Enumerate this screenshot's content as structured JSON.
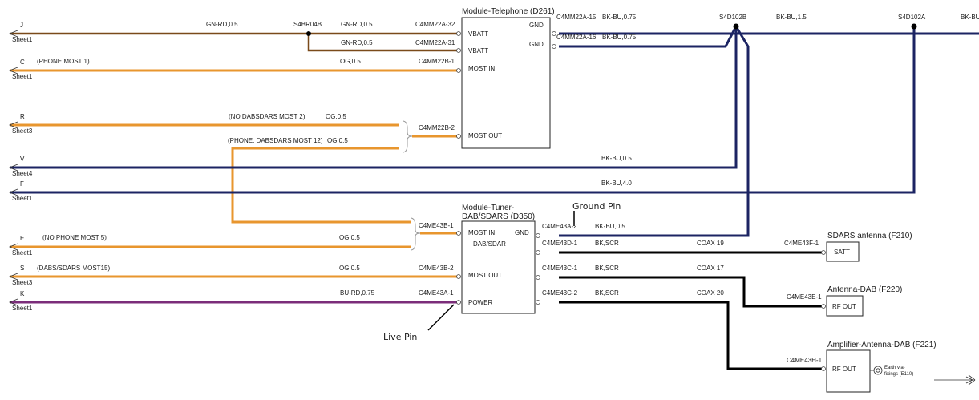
{
  "colors": {
    "orange": "#E8962E",
    "brown": "#7A4A1A",
    "navy": "#1C2463",
    "purple": "#7B2D7A",
    "black": "#000000"
  },
  "connectors": {
    "J": "J",
    "C": "C",
    "R": "R",
    "V": "V",
    "F": "F",
    "E": "E",
    "S": "S",
    "K": "K",
    "sheet1": "Sheet1",
    "sheet3": "Sheet3",
    "sheet4": "Sheet4"
  },
  "phone": {
    "title": "Module-Telephone (D261)",
    "vbatt1": "VBATT",
    "vbatt2": "VBATT",
    "most_in": "MOST IN",
    "most_out": "MOST OUT",
    "gnd1": "GND",
    "gnd2": "GND"
  },
  "tuner": {
    "title1": "Module-Tuner-",
    "title2": "DAB/SDARS (D350)",
    "most_in": "MOST IN",
    "gnd": "GND",
    "dabsdar": "DAB/SDAR",
    "most_out": "MOST OUT",
    "power": "POWER"
  },
  "sdars": {
    "title": "SDARS antenna (F210)",
    "label": "SATT"
  },
  "antdab": {
    "title": "Antenna-DAB (F220)",
    "label": "RF OUT"
  },
  "ampdab": {
    "title": "Amplifier-Antenna-DAB (F221)",
    "label": "RF OUT"
  },
  "earth": {
    "l1": "Earth via-",
    "l2": "fixings (E110)"
  },
  "labels": {
    "gnrd1": "GN-RD,0.5",
    "s4br04b": "S4BR04B",
    "gnrd2": "GN-RD,0.5",
    "gnrd3": "GN-RD,0.5",
    "c4mm22a32": "C4MM22A-32",
    "c4mm22a31": "C4MM22A-31",
    "phone_most1": "(PHONE MOST 1)",
    "og1": "OG,0.5",
    "c4mm22b1": "C4MM22B-1",
    "c4mm22a15": "C4MM22A-15",
    "bkbu075a": "BK-BU,0.75",
    "c4mm22a16": "C4MM22A-16",
    "bkbu075b": "BK-BU,0.75",
    "s4d102b": "S4D102B",
    "bkbu15": "BK-BU,1.5",
    "s4d102a": "S4D102A",
    "bkbu_edge": "BK-BU",
    "nodab": "(NO DABSDARS MOST 2)",
    "og2": "OG,0.5",
    "phonedab": "(PHONE, DABSDARS MOST 12)",
    "og3": "OG,0.5",
    "c4mm22b2": "C4MM22B-2",
    "bkbu05a": "BK-BU,0.5",
    "bkbu40": "BK-BU,4.0",
    "c4me43a2": "C4ME43A-2",
    "bkbu05b": "BK-BU,0.5",
    "c4me43b1": "C4ME43B-1",
    "nophone": "(NO PHONE MOST 5)",
    "og4": "OG,0.5",
    "c4me43d1": "C4ME43D-1",
    "bkscr1": "BK,SCR",
    "coax19": "COAX 19",
    "c4me43f1": "C4ME43F-1",
    "dabsdars15": "(DABS/SDARS MOST15)",
    "og5": "OG,0.5",
    "c4me43b2": "C4ME43B-2",
    "c4me43c1": "C4ME43C-1",
    "bkscr2": "BK,SCR",
    "coax17": "COAX 17",
    "c4me43e1": "C4ME43E-1",
    "burd": "BU-RD,0.75",
    "c4me43a1": "C4ME43A-1",
    "c4me43c2": "C4ME43C-2",
    "bkscr3": "BK,SCR",
    "coax20": "COAX 20",
    "c4me43h1": "C4ME43H-1"
  },
  "annotations": {
    "ground_pin": "Ground Pin",
    "live_pin": "Live Pin"
  }
}
